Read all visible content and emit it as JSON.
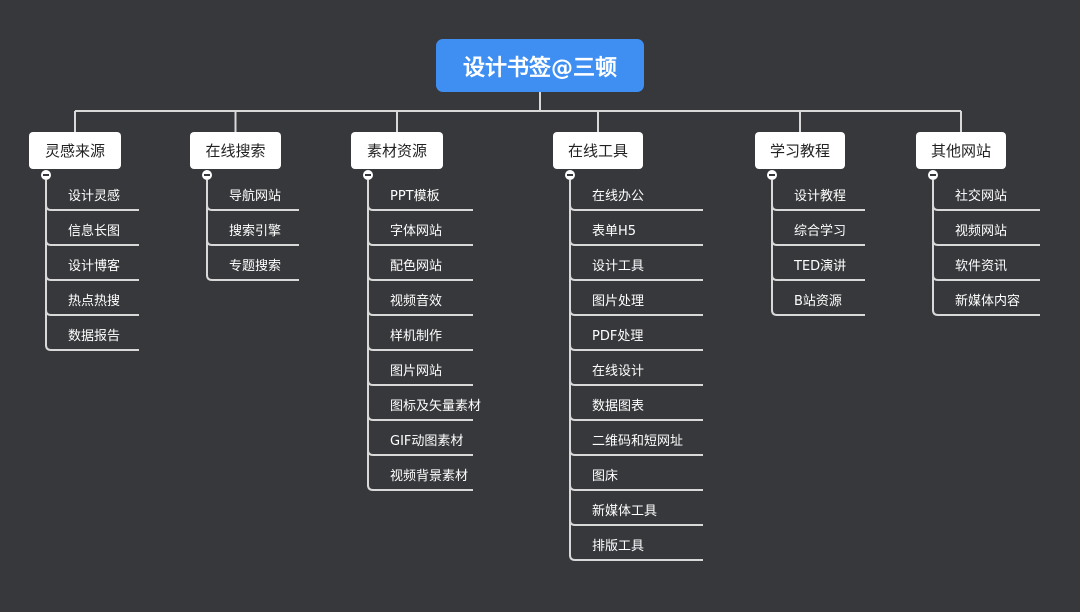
{
  "root": {
    "title": "设计书签@三顿",
    "color": "#3f8ff3"
  },
  "colors": {
    "background": "#37383b",
    "line": "#d9d9d9",
    "node": "#ffffff"
  },
  "categories": [
    {
      "label": "灵感来源",
      "items": [
        "设计灵感",
        "信息长图",
        "设计博客",
        "热点热搜",
        "数据报告"
      ]
    },
    {
      "label": "在线搜索",
      "items": [
        "导航网站",
        "搜索引擎",
        "专题搜索"
      ]
    },
    {
      "label": "素材资源",
      "items": [
        "PPT模板",
        "字体网站",
        "配色网站",
        "视频音效",
        "样机制作",
        "图片网站",
        "图标及矢量素材",
        "GIF动图素材",
        "视频背景素材"
      ]
    },
    {
      "label": "在线工具",
      "items": [
        "在线办公",
        "表单H5",
        "设计工具",
        "图片处理",
        "PDF处理",
        "在线设计",
        "数据图表",
        "二维码和短网址",
        "图床",
        "新媒体工具",
        "排版工具"
      ]
    },
    {
      "label": "学习教程",
      "items": [
        "设计教程",
        "综合学习",
        "TED演讲",
        "B站资源"
      ]
    },
    {
      "label": "其他网站",
      "items": [
        "社交网站",
        "视频网站",
        "软件资讯",
        "新媒体内容"
      ]
    }
  ]
}
